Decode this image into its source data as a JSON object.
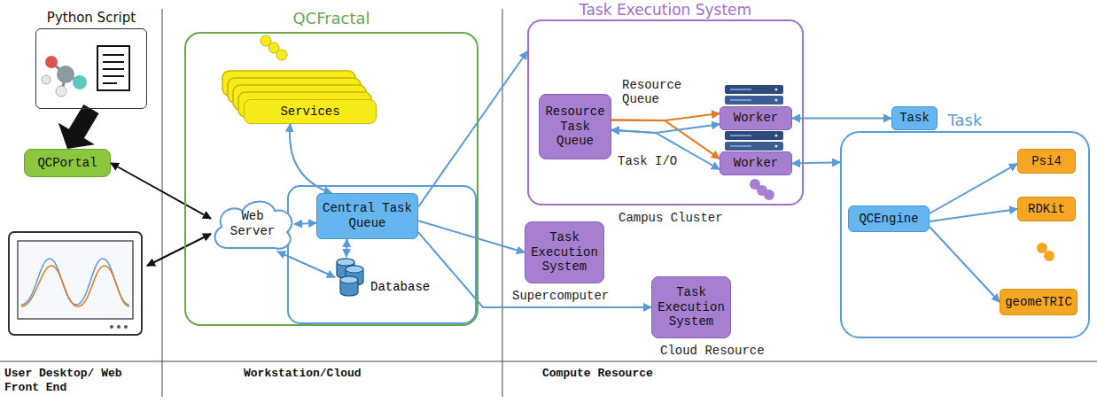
{
  "diagram": {
    "nodes": [
      {
        "text": [
          "Python Script"
        ]
      },
      {
        "text": [
          "QCPortal"
        ]
      },
      {
        "text": [
          "QCFractal"
        ]
      },
      {
        "text": [
          "Services"
        ],
        "in": 2
      },
      {
        "text": [
          "Web Server"
        ],
        "in": 2
      },
      {
        "text": [
          "Central Task Queue"
        ],
        "in": 2
      },
      {
        "text": [
          "Database"
        ],
        "in": 2
      },
      {
        "text": [
          "Task Execution System"
        ]
      },
      {
        "text": [
          "Resource Task Queue"
        ],
        "in": 7
      },
      {
        "text": [
          "Worker"
        ],
        "in": 7
      },
      {
        "text": [
          "Worker"
        ],
        "in": 7
      },
      {
        "text": [
          "Task"
        ]
      },
      {
        "text": [
          "Task Execution System"
        ]
      },
      {
        "text": [
          "Task Execution System"
        ]
      },
      {
        "text": [
          "Task"
        ]
      },
      {
        "text": [
          "QCEngine"
        ],
        "in": 14
      },
      {
        "text": [
          "Psi4"
        ],
        "in": 14
      },
      {
        "text": [
          "RDKit"
        ],
        "in": 14
      },
      {
        "text": [
          "geomeTRIC"
        ],
        "in": 14
      }
    ],
    "edges": [
      {
        "from": 0,
        "to": 1,
        "arrow": "to"
      },
      {
        "from": 1,
        "to": 4,
        "arrow": "both"
      },
      {
        "from": 3,
        "to": 5,
        "arrow": "both"
      },
      {
        "from": 4,
        "to": 5,
        "arrow": "both"
      },
      {
        "from": 4,
        "to": 6,
        "arrow": "both"
      },
      {
        "from": 5,
        "to": 6,
        "arrow": "both"
      },
      {
        "from": 5,
        "to": 7,
        "arrow": "to"
      },
      {
        "from": 5,
        "to": 12,
        "arrow": "to"
      },
      {
        "from": 5,
        "to": 13,
        "arrow": "to"
      },
      {
        "from": 8,
        "to": 9,
        "label": "Resource Queue",
        "arrow": "to"
      },
      {
        "from": 8,
        "to": 10,
        "arrow": "to"
      },
      {
        "from": 9,
        "to": 8,
        "label": "Task I/O",
        "arrow": "both"
      },
      {
        "from": 10,
        "to": 8,
        "arrow": "both"
      },
      {
        "from": 9,
        "to": 11,
        "arrow": "both"
      },
      {
        "from": 10,
        "to": 14,
        "arrow": "both"
      },
      {
        "from": 15,
        "to": 16,
        "arrow": "to"
      },
      {
        "from": 15,
        "to": 17,
        "arrow": "to"
      },
      {
        "from": 15,
        "to": 18,
        "arrow": "to"
      }
    ],
    "labels": [
      "Campus Cluster",
      "Supercomputer",
      "Cloud Resource",
      "User Desktop/ Web Front End",
      "Workstation/Cloud",
      "Compute Resource"
    ]
  }
}
